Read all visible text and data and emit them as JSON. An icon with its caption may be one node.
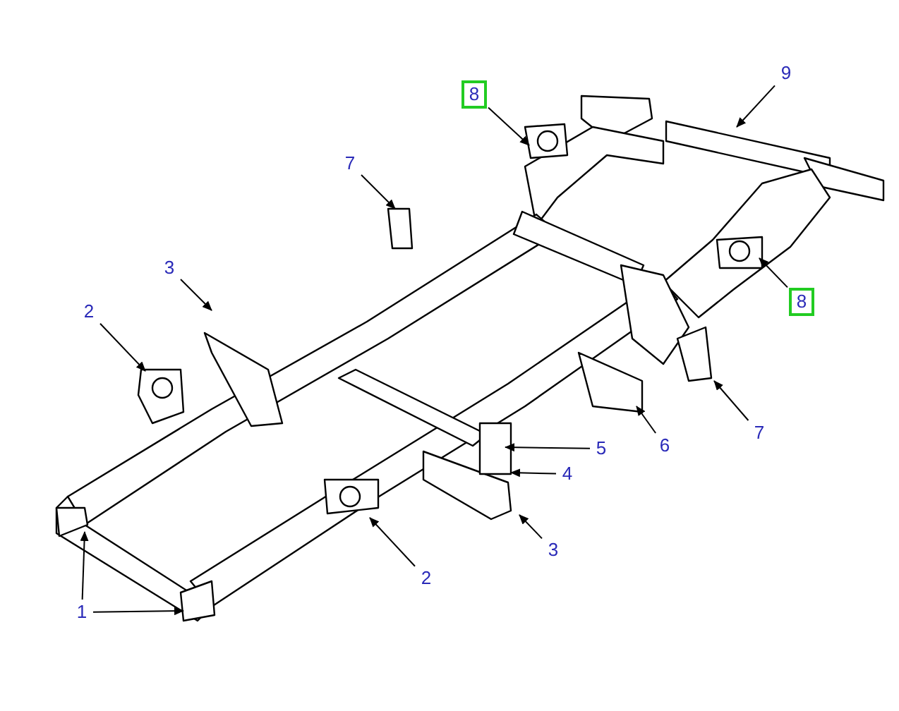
{
  "diagram": {
    "nodes": [
      {
        "text": [
          "8"
        ]
      },
      {
        "text": [
          "9"
        ]
      },
      {
        "text": [
          "7"
        ]
      },
      {
        "text": [
          "3"
        ]
      },
      {
        "text": [
          "2"
        ]
      },
      {
        "text": [
          "8"
        ]
      },
      {
        "text": [
          "7"
        ]
      },
      {
        "text": [
          "6"
        ]
      },
      {
        "text": [
          "5"
        ]
      },
      {
        "text": [
          "4"
        ]
      },
      {
        "text": [
          "3"
        ]
      },
      {
        "text": [
          "2"
        ]
      },
      {
        "text": [
          "1"
        ]
      }
    ],
    "edges": [
      {
        "from": 0,
        "to": null,
        "arrow": "to"
      },
      {
        "from": 1,
        "to": null,
        "arrow": "to"
      },
      {
        "from": 2,
        "to": null,
        "arrow": "to"
      },
      {
        "from": 3,
        "to": null,
        "arrow": "to"
      },
      {
        "from": 4,
        "to": null,
        "arrow": "to"
      },
      {
        "from": 5,
        "to": null,
        "arrow": "to"
      },
      {
        "from": 6,
        "to": null,
        "arrow": "to"
      },
      {
        "from": 7,
        "to": null,
        "arrow": "to"
      },
      {
        "from": 8,
        "to": null,
        "arrow": "to"
      },
      {
        "from": 9,
        "to": null,
        "arrow": "to"
      },
      {
        "from": 10,
        "to": null,
        "arrow": "to"
      },
      {
        "from": 11,
        "to": null,
        "arrow": "to"
      },
      {
        "from": 12,
        "to": null,
        "arrow": "to"
      },
      {
        "from": 12,
        "to": null,
        "arrow": "to"
      }
    ]
  }
}
